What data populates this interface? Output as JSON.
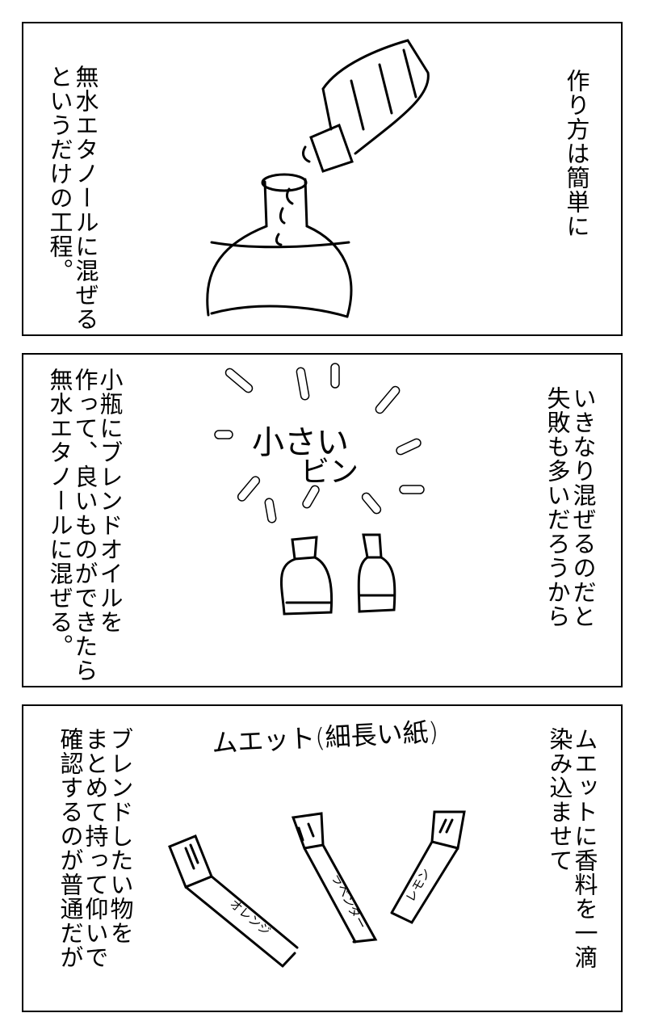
{
  "panels": [
    {
      "right_text": [
        "作り方は簡単に"
      ],
      "left_text": [
        "無水エタノールに混ぜる",
        "というだけの工程。"
      ]
    },
    {
      "right_text": [
        "いきなり混ぜるのだと",
        "失敗も多いだろうから"
      ],
      "handwritten": [
        "小さい",
        "ビン"
      ],
      "left_text": [
        "小瓶にブレンドオイルを",
        "作って、良いものができたら",
        "無水エタノールに混ぜる。"
      ]
    },
    {
      "right_text": [
        "ムエットに香料を一滴",
        "染み込ませて"
      ],
      "handwritten": "ムエット(細長い紙)",
      "strip_labels": [
        "オレンジ",
        "ラベンダー",
        "レモン"
      ],
      "left_text": [
        "ブレンドしたい物を",
        "まとめて持って仰いで",
        "確認するのが普通だが"
      ]
    }
  ]
}
